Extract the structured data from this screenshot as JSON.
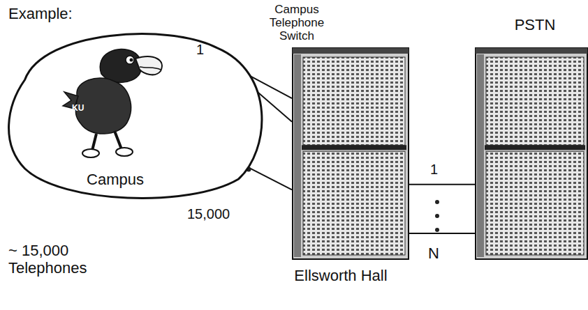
{
  "diagram": {
    "nodes": [
      {
        "text": [
          "Campus"
        ]
      },
      {
        "text": [
          "Campus Telephone Switch",
          "Ellsworth Hall"
        ]
      },
      {
        "text": [
          "PSTN"
        ]
      }
    ],
    "edges": [
      {
        "from": 0,
        "to": 1,
        "arrow": "none"
      },
      {
        "from": 1,
        "to": 2,
        "arrow": "none"
      }
    ],
    "labels": [
      "Example:",
      "1",
      "15,000",
      "1",
      "N",
      "~ 15,000 Telephones",
      "KU"
    ]
  }
}
